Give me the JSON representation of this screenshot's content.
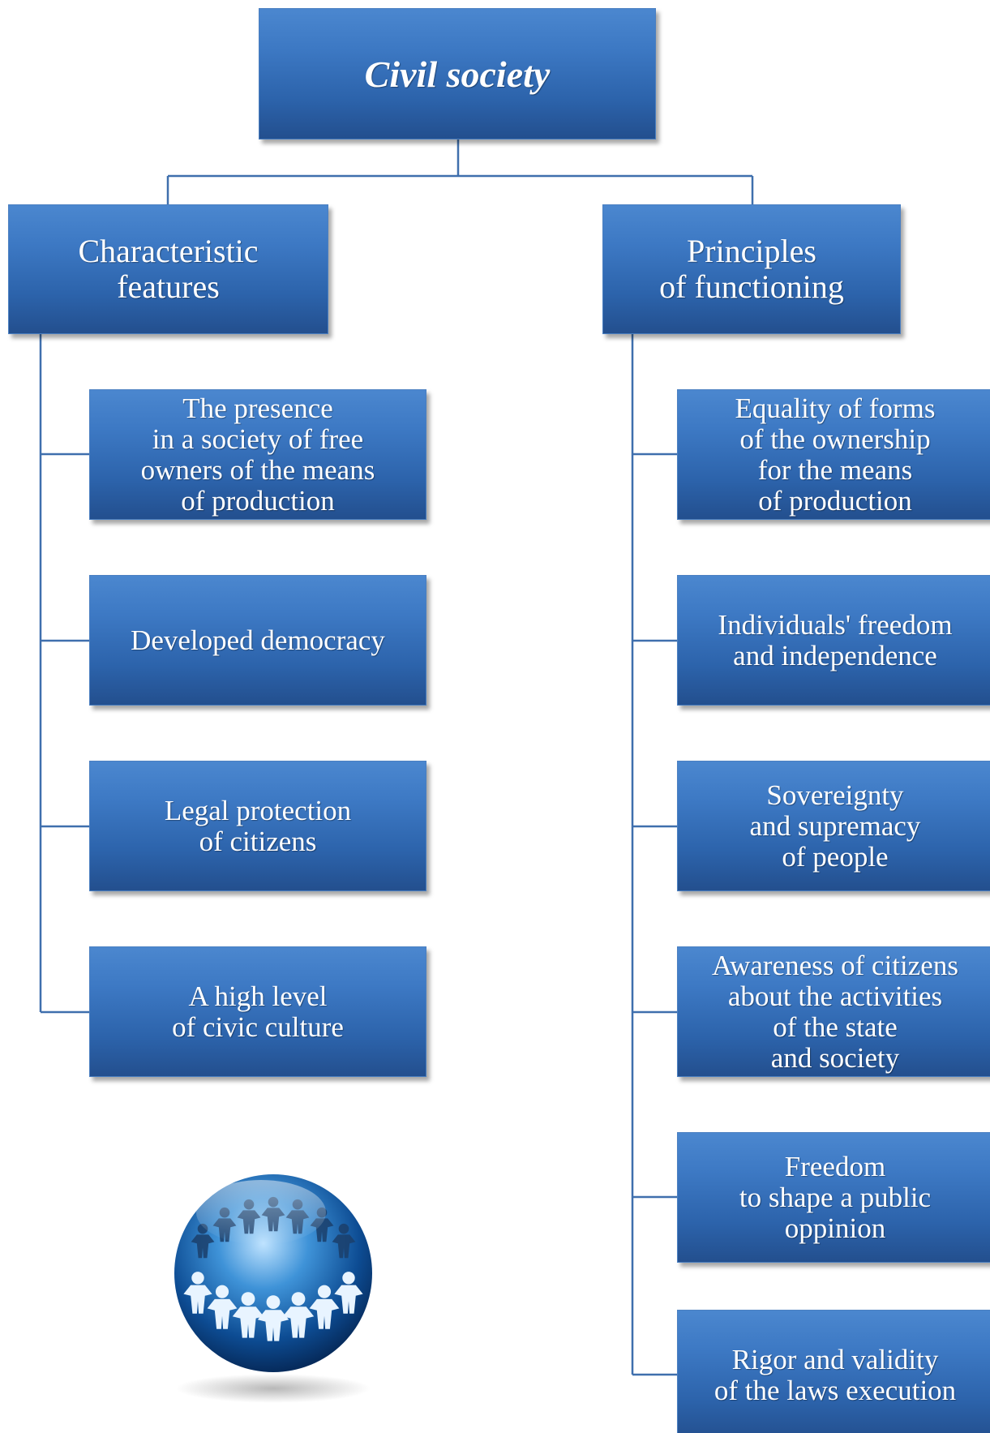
{
  "diagram": {
    "root": {
      "label": "Civil society"
    },
    "branches": [
      {
        "label": "Characteristic\nfeatures",
        "items": [
          "The presence\nin a society of free\nowners of the means\nof production",
          "Developed democracy",
          "Legal protection\nof citizens",
          "A high level\nof civic culture"
        ]
      },
      {
        "label": "Principles\nof functioning",
        "items": [
          "Equality of forms\nof the ownership\nfor the means\nof production",
          "Individuals' freedom\nand independence",
          "Sovereignty\nand supremacy\nof people",
          "Awareness of citizens\nabout the activities\nof the state\nand society",
          "Freedom\nto shape a public\noppinion",
          "Rigor and validity\nof the laws execution"
        ]
      }
    ]
  },
  "colors": {
    "box_top": "#4b87cf",
    "box_bottom": "#234f8e",
    "connector": "#3f6fad",
    "text": "#ffffff"
  },
  "illustration": {
    "icon": "globe-people-circle-icon"
  }
}
